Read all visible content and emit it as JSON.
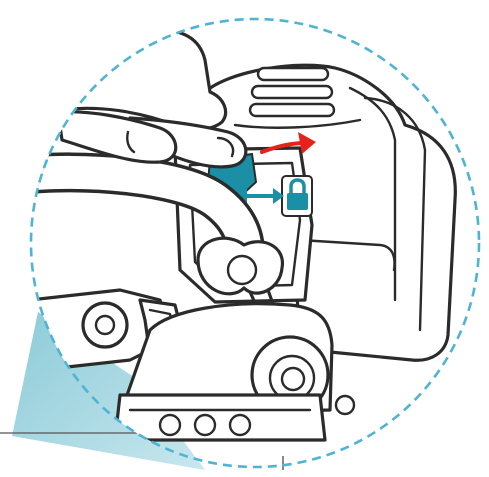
{
  "figure": {
    "title": "",
    "caption": "",
    "colors": {
      "outline": "#2b2b2b",
      "frame_dash": "#4fb4d4",
      "accent_teal": "#1b8fa6",
      "accent_red": "#e5231b",
      "wedge": "#9fd1dc",
      "background": "#ffffff"
    },
    "icons": [
      "hand-icon",
      "cable-icon",
      "latch-icon",
      "arrow-right-icon",
      "double-arrow-icon",
      "lock-icon",
      "hinge-icon"
    ],
    "elements": {
      "callout_frame": "dashed-circle",
      "direction_arrow": "right",
      "slide_indicator": "double-arrow",
      "lock_symbol": "padlock"
    }
  }
}
